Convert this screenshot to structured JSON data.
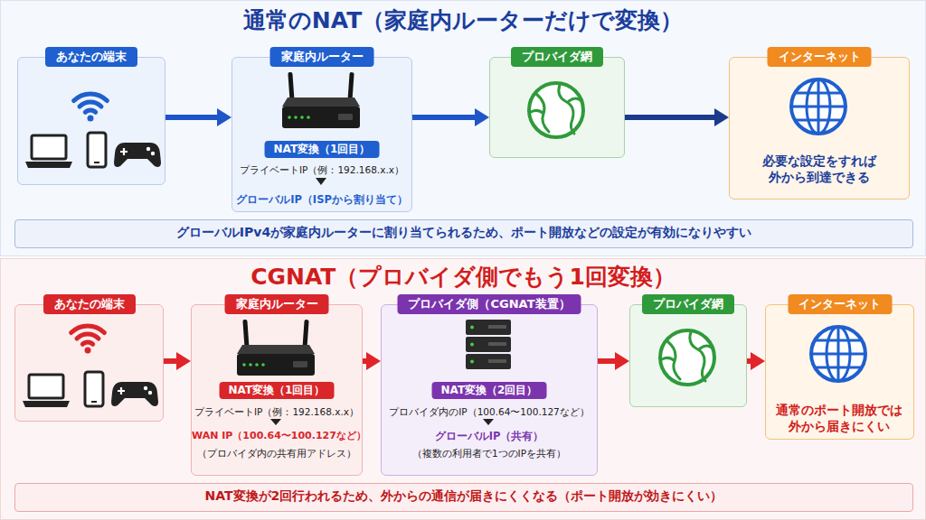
{
  "diagram": {
    "nodes": [
      {
        "text": [
          "通常のNAT（家庭内ルーターだけで変換）"
        ]
      },
      {
        "text": [
          "あなたの端末"
        ],
        "in": 0
      },
      {
        "text": [
          "家庭内ルーター",
          "NAT変換（1回目）",
          "プライベートIP（例：192.168.x.x）",
          "グローバルIP（ISPから割り当て）"
        ],
        "in": 0
      },
      {
        "text": [
          "プロバイダ網"
        ],
        "in": 0
      },
      {
        "text": [
          "インターネット",
          "必要な設定をすれば 外から到達できる"
        ],
        "in": 0
      },
      {
        "text": [
          "グローバルIPv4が家庭内ルーターに割り当てられるため、ポート開放などの設定が有効になりやすい"
        ],
        "in": 0
      },
      {
        "text": [
          "CGNAT（プロバイダ側でもう1回変換）"
        ]
      },
      {
        "text": [
          "あなたの端末"
        ],
        "in": 6
      },
      {
        "text": [
          "家庭内ルーター",
          "NAT変換（1回目）",
          "プライベートIP（例：192.168.x.x）",
          "WAN IP（100.64〜100.127など）",
          "（プロバイダ内の共有用アドレス）"
        ],
        "in": 6
      },
      {
        "text": [
          "プロバイダ側（CGNAT装置）",
          "NAT変換（2回目）",
          "プロバイダ内のIP（100.64〜100.127など）",
          "グローバルIP（共有）",
          "（複数の利用者で1つのIPを共有）"
        ],
        "in": 6
      },
      {
        "text": [
          "プロバイダ網"
        ],
        "in": 6
      },
      {
        "text": [
          "インターネット",
          "通常のポート開放では 外から届きにくい"
        ],
        "in": 6
      },
      {
        "text": [
          "NAT変換が2回行われるため、外からの通信が届きにくくなる（ポート開放が効きにくい）"
        ],
        "in": 6
      }
    ],
    "edges": [
      {
        "from": 1,
        "to": 2,
        "arrow": "to"
      },
      {
        "from": 2,
        "to": 3,
        "arrow": "to"
      },
      {
        "from": 3,
        "to": 4,
        "arrow": "to"
      },
      {
        "from": 7,
        "to": 8,
        "arrow": "to"
      },
      {
        "from": 8,
        "to": 9,
        "arrow": "to"
      },
      {
        "from": 9,
        "to": 10,
        "arrow": "to"
      },
      {
        "from": 10,
        "to": 11,
        "arrow": "to"
      }
    ]
  }
}
